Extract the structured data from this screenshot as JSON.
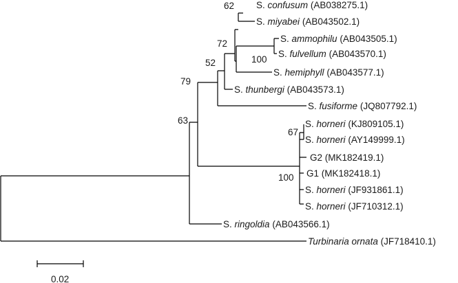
{
  "tree": {
    "line_color": "#000000",
    "text_color": "#1a1a1a",
    "taxa": [
      {
        "genus": "S.",
        "epithet": "confusum",
        "accession": "(AB038275.1)"
      },
      {
        "genus": "S.",
        "epithet": "miyabei",
        "accession": "(AB043502.1)"
      },
      {
        "genus": "S.",
        "epithet": "ammophilu",
        "accession": "(AB043505.1)"
      },
      {
        "genus": "S.",
        "epithet": "fulvellum",
        "accession": "(AB043570.1)"
      },
      {
        "genus": "S.",
        "epithet": "hemiphyll",
        "accession": "(AB043577.1)"
      },
      {
        "genus": "S.",
        "epithet": "thunbergi",
        "accession": "(AB043573.1)"
      },
      {
        "genus": "S.",
        "epithet": "fusiforme",
        "accession": "(JQ807792.1)"
      },
      {
        "genus": "S.",
        "epithet": "horneri",
        "accession": "(KJ809105.1)"
      },
      {
        "genus": "S.",
        "epithet": "horneri",
        "accession": "(AY149999.1)"
      },
      {
        "genus": "",
        "epithet": "",
        "plain": "G2",
        "accession": "(MK182419.1)"
      },
      {
        "genus": "",
        "epithet": "",
        "plain": "G1",
        "accession": "(MK182418.1)"
      },
      {
        "genus": "S.",
        "epithet": "horneri",
        "accession": "(JF931861.1)"
      },
      {
        "genus": "S.",
        "epithet": "horneri",
        "accession": "(JF710312.1)"
      },
      {
        "genus": "S.",
        "epithet": "ringoldia",
        "accession": "(AB043566.1)"
      },
      {
        "genus": "Turbinaria",
        "epithet": "ornata",
        "accession": "(JF718410.1)"
      }
    ],
    "bootstrap": [
      "62",
      "72",
      "100",
      "52",
      "79",
      "63",
      "67",
      "100"
    ],
    "scale_bar": {
      "label": "0.02",
      "length": 0.02
    }
  }
}
